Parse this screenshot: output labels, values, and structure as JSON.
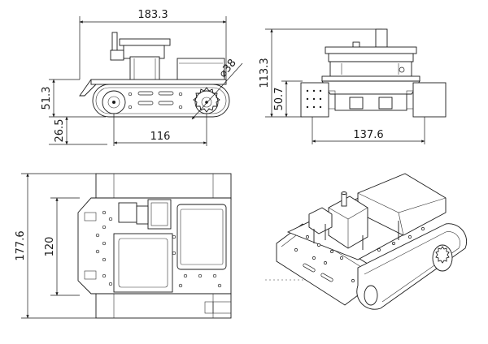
{
  "dimensions": {
    "side_length": "183.3",
    "side_wheel_base": "116",
    "side_body_height": "51.3",
    "side_ground_clear": "26.5",
    "side_wheel_diameter": "⌀38",
    "front_height": "113.3",
    "front_lower_height": "50.7",
    "front_width": "137.6",
    "top_length": "177.6",
    "top_inner": "120"
  },
  "colors": {
    "line": "#1a1a1a",
    "background": "#ffffff"
  }
}
